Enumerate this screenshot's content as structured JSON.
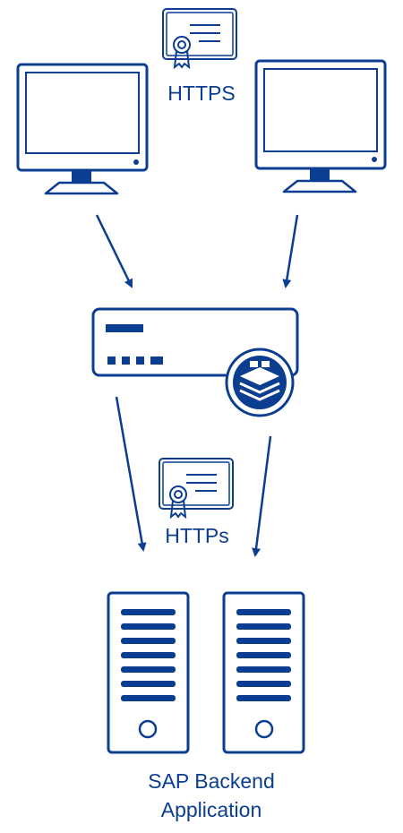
{
  "colors": {
    "primary": "#0b3d91",
    "background": "#ffffff"
  },
  "top_cert": {
    "icon": "certificate-icon",
    "label": "HTTPS"
  },
  "monitors": [
    {
      "icon": "monitor-icon"
    },
    {
      "icon": "monitor-icon"
    }
  ],
  "gateway": {
    "icon": "server-appliance-icon",
    "badge_icon": "layered-stack-icon"
  },
  "bottom_cert": {
    "icon": "certificate-icon",
    "label": "HTTPs"
  },
  "backend": {
    "icons": [
      "server-tower-icon",
      "server-tower-icon"
    ],
    "label_line1": "SAP Backend",
    "label_line2": "Application"
  }
}
